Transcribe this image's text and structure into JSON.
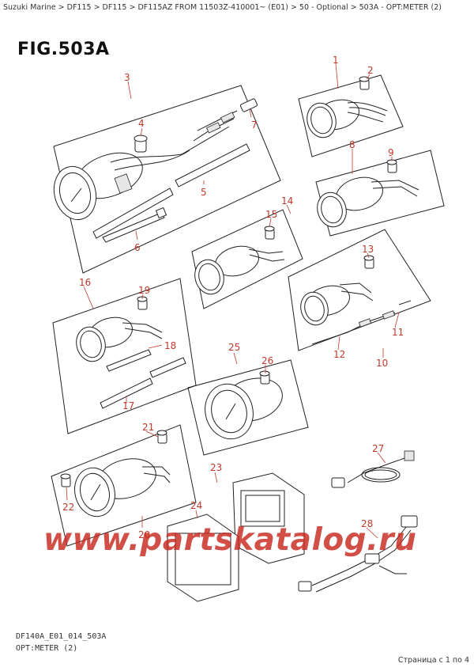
{
  "breadcrumb": "Suzuki Marine > DF115 > DF115 > DF115AZ FROM 11503Z-410001~ (E01) > 50 - Optional > 503A - OPT:METER (2)",
  "figure_title": "FIG.503A",
  "footer": {
    "code": "DF140A_E01_014_503A",
    "name": "OPT:METER (2)"
  },
  "page_counter": "Страница с 1 по 4",
  "watermark": "www.partskatalog.ru",
  "callouts": {
    "c1": "1",
    "c2": "2",
    "c3": "3",
    "c4": "4",
    "c5": "5",
    "c6": "6",
    "c7": "7",
    "c8": "8",
    "c9": "9",
    "c10": "10",
    "c11": "11",
    "c12": "12",
    "c13": "13",
    "c14": "14",
    "c15": "15",
    "c16": "16",
    "c17": "17",
    "c18": "18",
    "c19": "19",
    "c20": "20",
    "c21": "21",
    "c22": "22",
    "c23": "23",
    "c24": "24",
    "c25": "25",
    "c26": "26",
    "c27": "27",
    "c28": "28"
  },
  "colors": {
    "callout": "#c0392b",
    "line": "#222222",
    "watermark": "#c8281e"
  }
}
